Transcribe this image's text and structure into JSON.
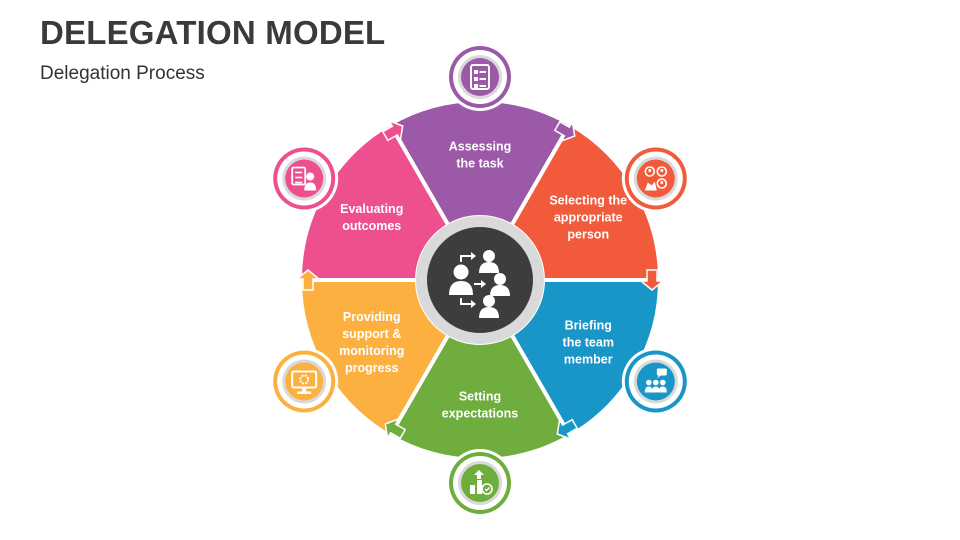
{
  "title": "DELEGATION MODEL",
  "subtitle": "Delegation Process",
  "center": {
    "icon": "delegation-people-arrows-icon",
    "color": "#3d3d3d"
  },
  "steps": [
    {
      "id": "assessing",
      "lines": [
        "Assessing",
        "the task"
      ],
      "color": "#9b59a8",
      "icon": "checklist-icon"
    },
    {
      "id": "selecting",
      "lines": [
        "Selecting the",
        "appropriate",
        "person"
      ],
      "color": "#f15a3a",
      "icon": "candidate-selection-icon"
    },
    {
      "id": "briefing",
      "lines": [
        "Briefing",
        "the team",
        "member"
      ],
      "color": "#1996c8",
      "icon": "team-briefing-icon"
    },
    {
      "id": "setting",
      "lines": [
        "Setting",
        "expectations"
      ],
      "color": "#6fad3f",
      "icon": "growth-chart-icon"
    },
    {
      "id": "providing",
      "lines": [
        "Providing",
        "support &",
        "monitoring",
        "progress"
      ],
      "color": "#fbb040",
      "icon": "monitor-gear-icon"
    },
    {
      "id": "evaluating",
      "lines": [
        "Evaluating",
        "outcomes"
      ],
      "color": "#ee4f8f",
      "icon": "evaluation-icon"
    }
  ]
}
